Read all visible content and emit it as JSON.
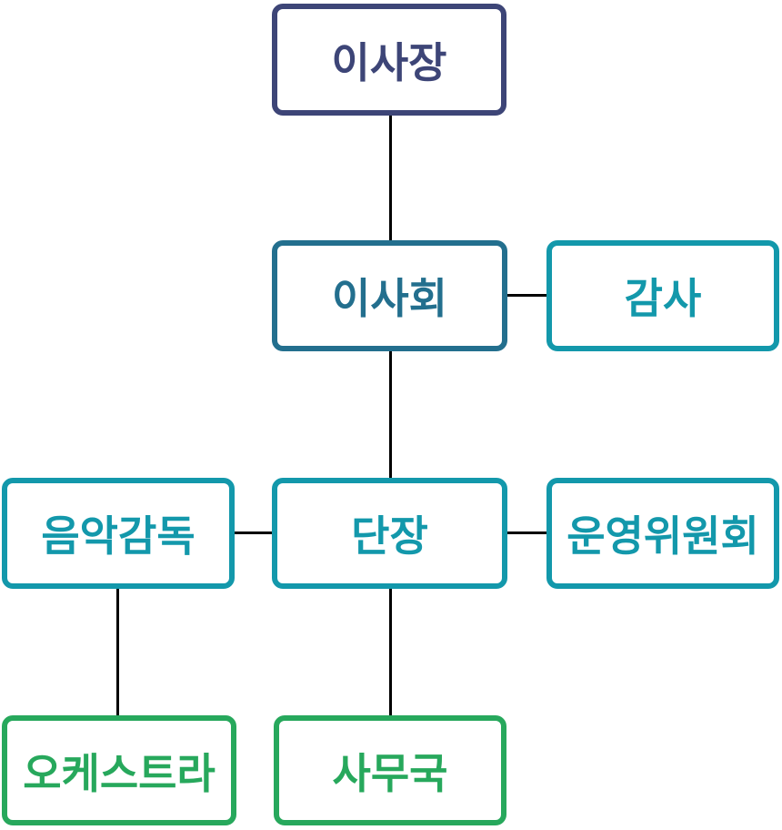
{
  "colors": {
    "level1": "#3d4577",
    "level2": "#236f8e",
    "level3": "#1398ab",
    "level4": "#27a85c",
    "connector": "#000000",
    "background": "#ffffff"
  },
  "org_chart": {
    "type": "organization-chart",
    "nodes": [
      {
        "id": "chairman",
        "label": "이사장",
        "level": 1
      },
      {
        "id": "board",
        "label": "이사회",
        "level": 2
      },
      {
        "id": "auditor",
        "label": "감사",
        "level": 3
      },
      {
        "id": "music_director",
        "label": "음악감독",
        "level": 3
      },
      {
        "id": "director",
        "label": "단장",
        "level": 3
      },
      {
        "id": "steering_committee",
        "label": "운영위원회",
        "level": 3
      },
      {
        "id": "orchestra",
        "label": "오케스트라",
        "level": 4
      },
      {
        "id": "secretariat",
        "label": "사무국",
        "level": 4
      }
    ],
    "edges": [
      {
        "from": "chairman",
        "to": "board"
      },
      {
        "from": "board",
        "to": "auditor"
      },
      {
        "from": "board",
        "to": "director"
      },
      {
        "from": "music_director",
        "to": "director"
      },
      {
        "from": "director",
        "to": "steering_committee"
      },
      {
        "from": "music_director",
        "to": "orchestra"
      },
      {
        "from": "director",
        "to": "secretariat"
      }
    ]
  }
}
